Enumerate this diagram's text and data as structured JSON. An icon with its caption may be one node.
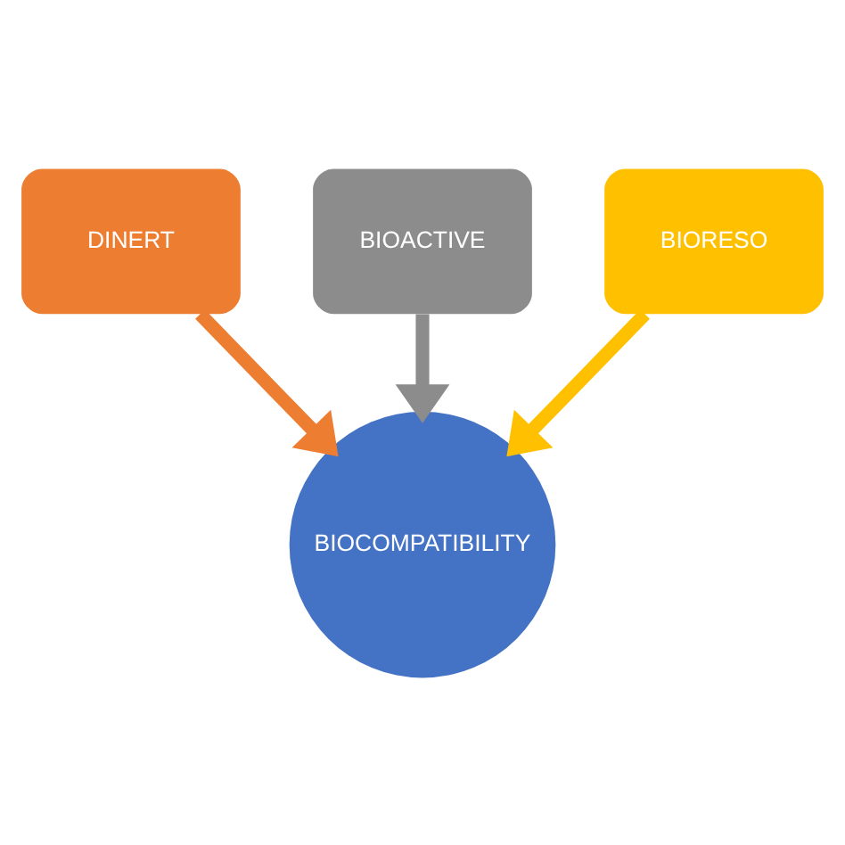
{
  "diagram": {
    "nodes": [
      {
        "text": [
          "DINERT"
        ]
      },
      {
        "text": [
          "BIOACTIVE"
        ]
      },
      {
        "text": [
          "BIORESO"
        ]
      },
      {
        "text": [
          "BIOCOMPATIBILITY"
        ]
      }
    ],
    "edges": [
      {
        "from": 1,
        "to": 3,
        "arrow": "to",
        "color": "#8c8c8c"
      },
      {
        "from": 0,
        "to": 3,
        "arrow": "to",
        "color": "#ed7d31"
      },
      {
        "from": 2,
        "to": 3,
        "arrow": "to",
        "color": "#ffc000"
      }
    ]
  }
}
